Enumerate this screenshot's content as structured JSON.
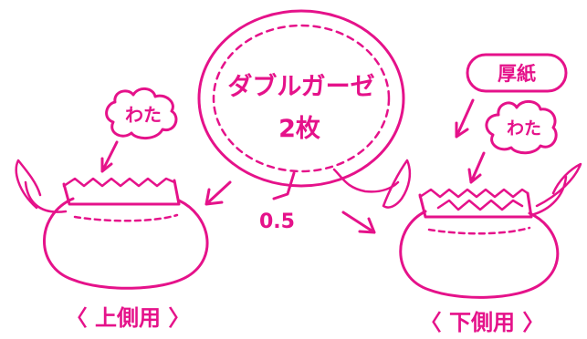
{
  "ink_color": "#e5128a",
  "center": {
    "label_line1": "ダブルガーゼ",
    "label_line2": "2枚",
    "seam_allowance": "0.5"
  },
  "left_pouch": {
    "filling_label": "わた",
    "caption": "〈 上側用 〉"
  },
  "right_pouch": {
    "board_label": "厚紙",
    "filling_label": "わた",
    "caption": "〈 下側用 〉"
  }
}
